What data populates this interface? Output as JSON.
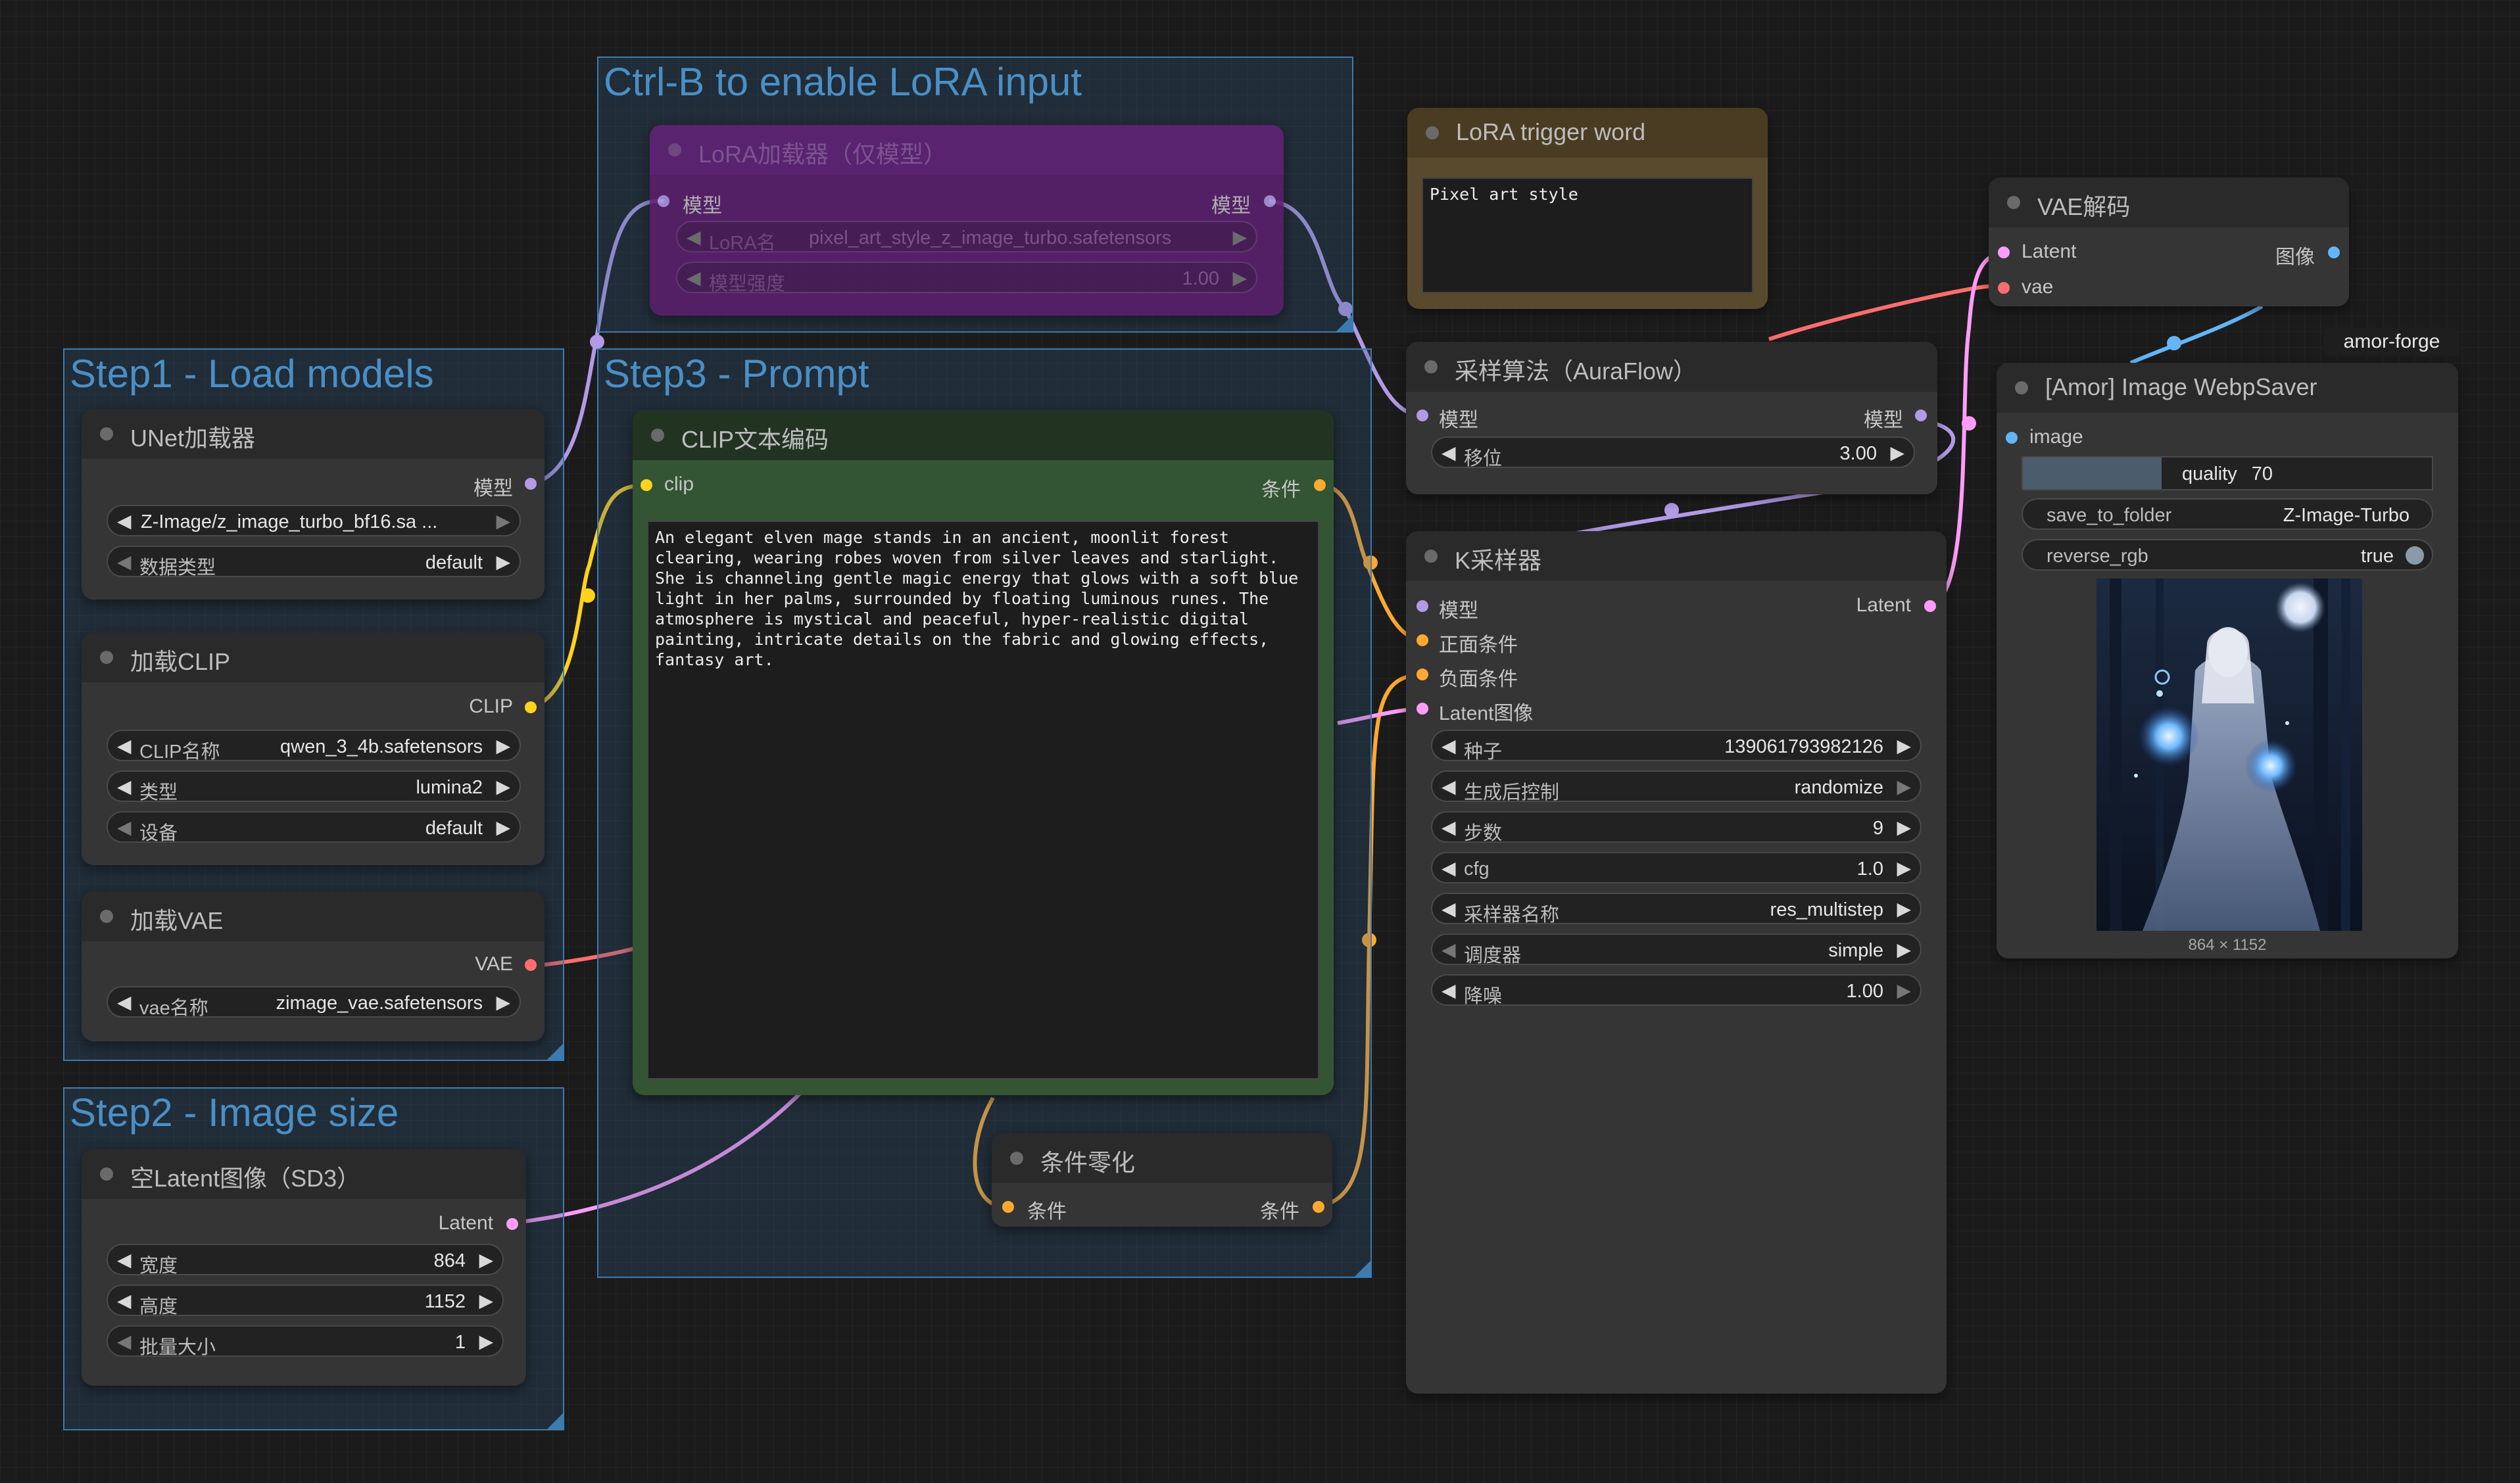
{
  "colors": {
    "model": "#b19ae6",
    "clip": "#ffd21e",
    "conditioning": "#ffa931",
    "latent": "#ff9cf9",
    "vae": "#ff6e6e",
    "image": "#64b5f6",
    "group": "#3c7bb0"
  },
  "groups": {
    "lora": "Ctrl-B to enable LoRA input",
    "step1": "Step1 - Load models",
    "step2": "Step2 - Image size",
    "step3": "Step3 - Prompt"
  },
  "nodes": {
    "lora_loader": {
      "title": "LoRA加载器（仅模型）",
      "in_model": "模型",
      "out_model": "模型",
      "w1_label": "LoRA名",
      "w1_value": "pixel_art_style_z_image_turbo.safetensors",
      "w2_label": "模型强度",
      "w2_value": "1.00"
    },
    "unet": {
      "title": "UNet加载器",
      "out_model": "模型",
      "w1_value": "Z-Image/z_image_turbo_bf16.sa ...",
      "w2_label": "数据类型",
      "w2_value": "default"
    },
    "clip_loader": {
      "title": "加载CLIP",
      "out_clip": "CLIP",
      "w1_label": "CLIP名称",
      "w1_value": "qwen_3_4b.safetensors",
      "w2_label": "类型",
      "w2_value": "lumina2",
      "w3_label": "设备",
      "w3_value": "default"
    },
    "vae_loader": {
      "title": "加载VAE",
      "out_vae": "VAE",
      "w1_label": "vae名称",
      "w1_value": "zimage_vae.safetensors"
    },
    "empty_latent": {
      "title": "空Latent图像（SD3）",
      "out_latent": "Latent",
      "w1_label": "宽度",
      "w1_value": "864",
      "w2_label": "高度",
      "w2_value": "1152",
      "w3_label": "批量大小",
      "w3_value": "1"
    },
    "clip_text": {
      "title": "CLIP文本编码",
      "in_clip": "clip",
      "out_cond": "条件",
      "text": "An elegant elven mage stands in an ancient, moonlit forest clearing, wearing robes woven from silver leaves and starlight. She is channeling gentle magic energy that glows with a soft blue light in her palms, surrounded by floating luminous runes. The atmosphere is mystical and peaceful, hyper-realistic digital painting, intricate details on the fabric and glowing effects, fantasy art."
    },
    "cond_zero": {
      "title": "条件零化",
      "in_cond": "条件",
      "out_cond": "条件"
    },
    "trigger": {
      "title": "LoRA trigger word",
      "text": "Pixel art style"
    },
    "sampling": {
      "title": "采样算法（AuraFlow）",
      "in_model": "模型",
      "out_model": "模型",
      "w1_label": "移位",
      "w1_value": "3.00"
    },
    "ksampler": {
      "title": "K采样器",
      "in_model": "模型",
      "in_pos": "正面条件",
      "in_neg": "负面条件",
      "in_latent": "Latent图像",
      "out_latent": "Latent",
      "widgets": [
        {
          "label": "种子",
          "value": "139061793982126"
        },
        {
          "label": "生成后控制",
          "value": "randomize"
        },
        {
          "label": "步数",
          "value": "9"
        },
        {
          "label": "cfg",
          "value": "1.0"
        },
        {
          "label": "采样器名称",
          "value": "res_multistep"
        },
        {
          "label": "调度器",
          "value": "simple"
        },
        {
          "label": "降噪",
          "value": "1.00"
        }
      ]
    },
    "vae_decode": {
      "title": "VAE解码",
      "in_latent": "Latent",
      "in_vae": "vae",
      "out_image": "图像"
    },
    "webp_saver": {
      "badge": "amor-forge",
      "title": "[Amor] Image WebpSaver",
      "in_image": "image",
      "quality_label": "quality",
      "quality_value": "70",
      "quality_fraction": 0.34,
      "w2_label": "save_to_folder",
      "w2_value": "Z-Image-Turbo",
      "w3_label": "reverse_rgb",
      "w3_value": "true",
      "image_size": "864 × 1152"
    }
  }
}
